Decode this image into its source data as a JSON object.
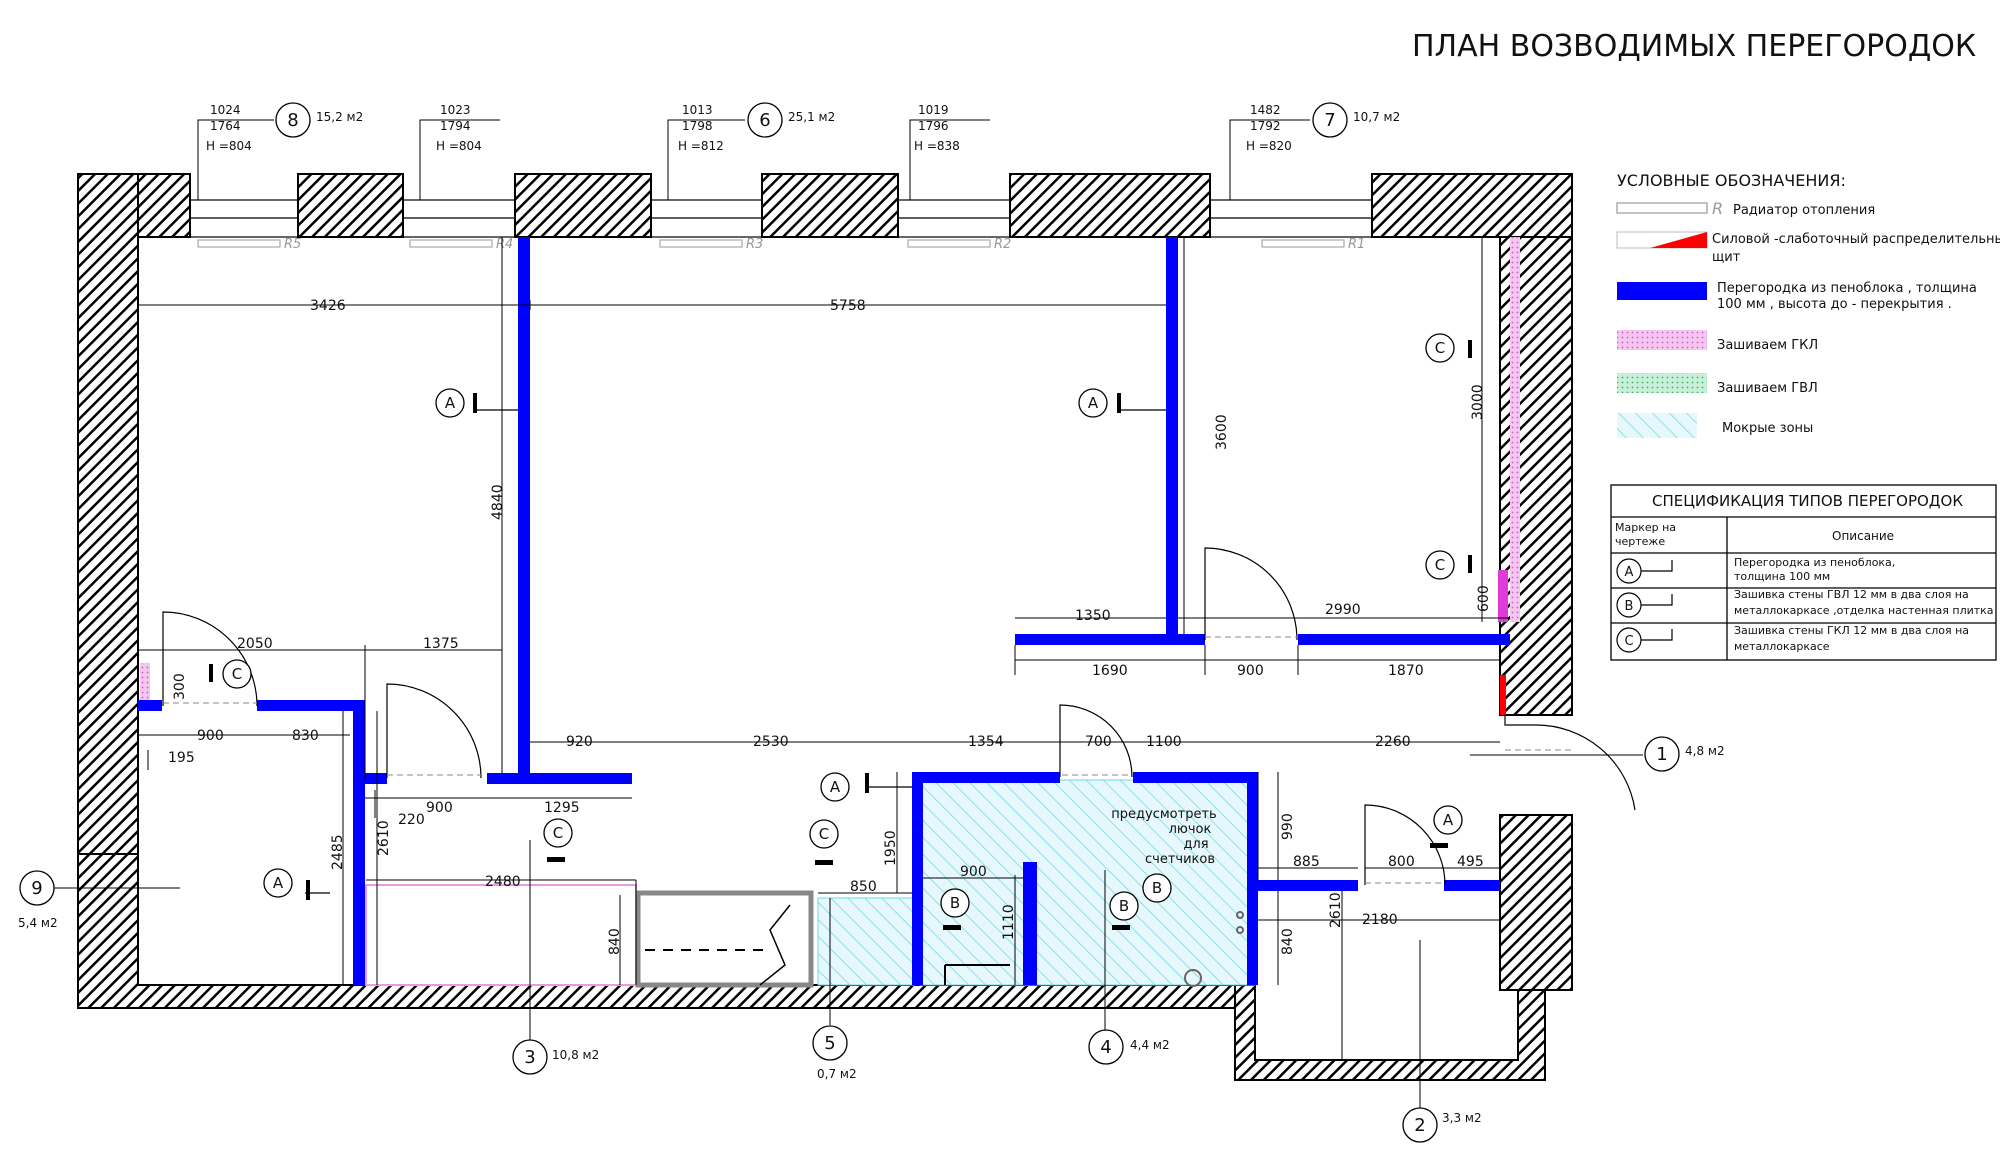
{
  "title": "ПЛАН ВОЗВОДИМЫХ ПЕРЕГОРОДОК",
  "colors": {
    "partition": "#0000ff",
    "gkl": "#e23ad9",
    "gvl": "#27c07a",
    "wet": "#6fd8e6",
    "panel": "#ff0000",
    "hatch": "#000000"
  },
  "legend": {
    "heading": "УСЛОВНЫЕ ОБОЗНАЧЕНИЯ:",
    "radiator_symbol": "R",
    "radiator": "Радиатор отопления",
    "panel_line1": "Силовой -слаботочный распределительный",
    "panel_line2": "щит",
    "partition_line1": "Перегородка  из пеноблока , толщина",
    "partition_line2": "100 мм , высота до - перекрытия .",
    "gkl": "Зашиваем ГКЛ",
    "gvl": "Зашиваем ГВЛ",
    "wet": "Мокрые зоны"
  },
  "spec": {
    "title": "СПЕЦИФИКАЦИЯ ТИПОВ ПЕРЕГОРОДОК",
    "col_marker_1": "Маркер на",
    "col_marker_2": "чертеже",
    "col_desc": "Описание",
    "rows": [
      {
        "marker": "А",
        "line1": "Перегородка  из пеноблока,",
        "line2": "толщина  100 мм"
      },
      {
        "marker": "В",
        "line1": "Зашивка стены ГВЛ 12 мм в два слоя на",
        "line2": "металлокаркасе ,отделка настенная плитка"
      },
      {
        "marker": "С",
        "line1": "Зашивка стены ГКЛ 12 мм в два слоя на",
        "line2": "металлокаркасе"
      }
    ]
  },
  "windows": [
    {
      "w": "1024",
      "h": "1764",
      "hh": "Н =804"
    },
    {
      "w": "1023",
      "h": "1794",
      "hh": "Н =804"
    },
    {
      "w": "1013",
      "h": "1798",
      "hh": "Н =812"
    },
    {
      "w": "1019",
      "h": "1796",
      "hh": "Н =838"
    },
    {
      "w": "1482",
      "h": "1792",
      "hh": "Н =820"
    }
  ],
  "radiators": [
    "R5",
    "R4",
    "R3",
    "R2",
    "R1"
  ],
  "rooms": [
    {
      "num": "1",
      "area": "4,8 м2"
    },
    {
      "num": "2",
      "area": "3,3 м2"
    },
    {
      "num": "3",
      "area": "10,8 м2"
    },
    {
      "num": "4",
      "area": "4,4 м2"
    },
    {
      "num": "5",
      "area": "0,7 м2"
    },
    {
      "num": "6",
      "area": "25,1 м2"
    },
    {
      "num": "7",
      "area": "10,7 м2"
    },
    {
      "num": "8",
      "area": "15,2 м2"
    },
    {
      "num": "9",
      "area": "5,4 м2"
    }
  ],
  "markers": {
    "a": "А",
    "b": "В",
    "c": "С"
  },
  "note": [
    "предусмотреть",
    "лючок",
    "для",
    "счетчиков"
  ],
  "dims": {
    "d3426": "3426",
    "d5758": "5758",
    "d4840": "4840",
    "d3600": "3600",
    "d3000": "3000",
    "d1350": "1350",
    "d2990": "2990",
    "d600": "600",
    "d1690": "1690",
    "d900a": "900",
    "d1870": "1870",
    "d2050": "2050",
    "d1375": "1375",
    "d300": "300",
    "d900b": "900",
    "d830": "830",
    "d195": "195",
    "d920": "920",
    "d2530": "2530",
    "d1354": "1354",
    "d700": "700",
    "d1100": "1100",
    "d2260": "2260",
    "d900c": "900",
    "d1295": "1295",
    "d220": "220",
    "d2485": "2485",
    "d2610a": "2610",
    "d2480": "2480",
    "d840a": "840",
    "d850": "850",
    "d1950": "1950",
    "d900d": "900",
    "d1110": "1110",
    "d990": "990",
    "d885": "885",
    "d800": "800",
    "d495": "495",
    "d2610b": "2610",
    "d2180": "2180",
    "d840b": "840"
  }
}
